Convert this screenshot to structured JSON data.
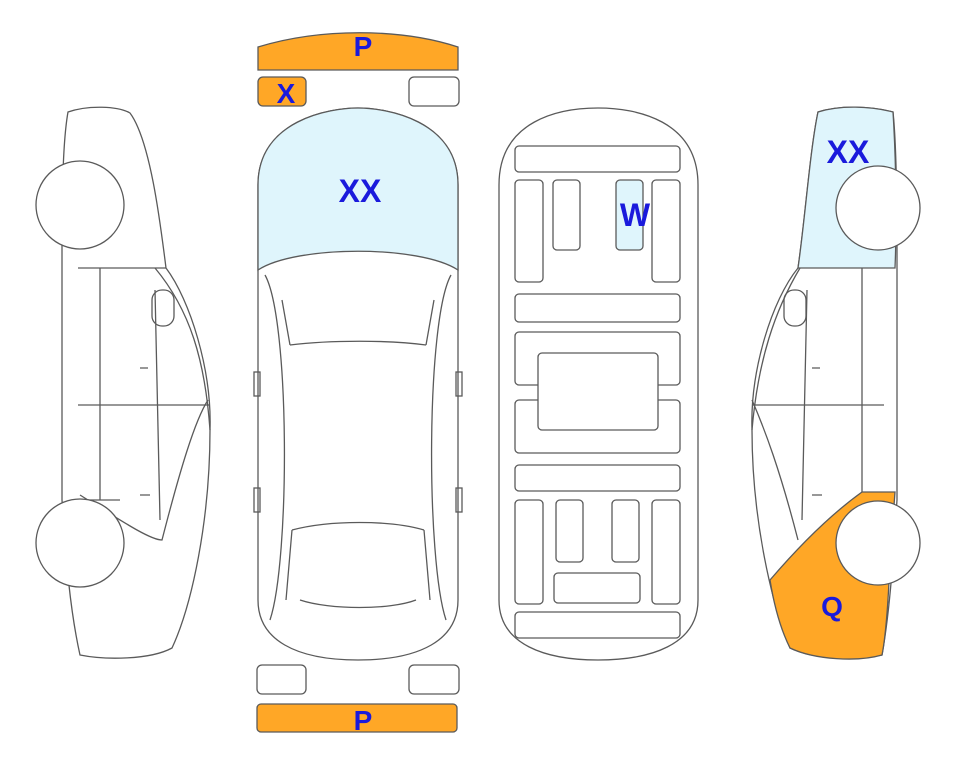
{
  "colors": {
    "paint": "#ffa726",
    "glass": "#dff5fc",
    "outline": "#5a5a5a",
    "label": "#1a1adc",
    "body": "#ffffff"
  },
  "labels": {
    "front_bumper": "P",
    "rear_bumper": "P",
    "left_headlight": "X",
    "windshield": "XX",
    "underbody_panel": "W",
    "right_side_window": "XX",
    "right_rear_quarter": "Q"
  }
}
